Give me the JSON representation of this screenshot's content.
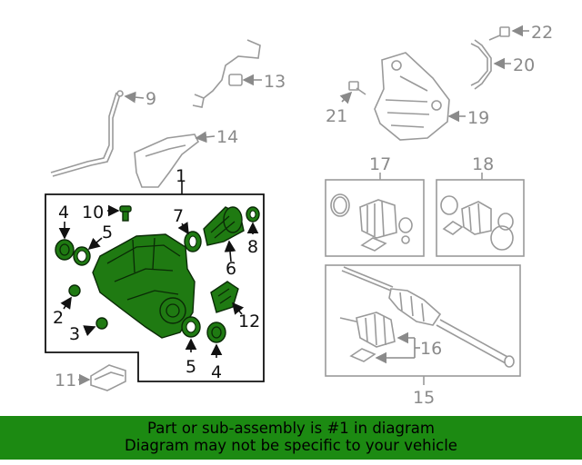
{
  "labels": {
    "c1": "1",
    "c2": "2",
    "c3": "3",
    "c4a": "4",
    "c4b": "4",
    "c5a": "5",
    "c5b": "5",
    "c6": "6",
    "c7": "7",
    "c8": "8",
    "c9": "9",
    "c10": "10",
    "c11": "11",
    "c12": "12",
    "c13": "13",
    "c14": "14",
    "c15": "15",
    "c16": "16",
    "c17": "17",
    "c18": "18",
    "c19": "19",
    "c20": "20",
    "c21": "21",
    "c22": "22"
  },
  "banner": {
    "line1": "Part or sub-assembly is #1 in diagram",
    "line2": "Diagram may not be specific to your vehicle"
  },
  "colors": {
    "highlight": "#1f7a12",
    "banner": "#1c8a12",
    "other_parts": "#9a9a9a"
  }
}
